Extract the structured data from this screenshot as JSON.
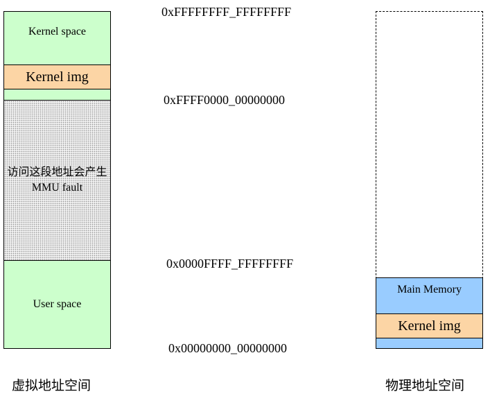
{
  "virtual": {
    "kernel_space": "Kernel space",
    "kernel_img": "Kernel img",
    "fault_region": "访问这段地址会产生MMU fault",
    "user_space": "User space",
    "title": "虚拟地址空间"
  },
  "addresses": {
    "top": "0xFFFFFFFF_FFFFFFFF",
    "kernel_start": "0xFFFF0000_00000000",
    "user_end": "0x0000FFFF_FFFFFFFF",
    "bottom": "0x00000000_00000000"
  },
  "physical": {
    "main_memory": "Main Memory",
    "kernel_img": "Kernel img",
    "title": "物理地址空间"
  },
  "colors": {
    "kernel_space": "#ccffcc",
    "kernel_img": "#fcd5a5",
    "user_space": "#ccffcc",
    "main_memory": "#99ccff"
  }
}
